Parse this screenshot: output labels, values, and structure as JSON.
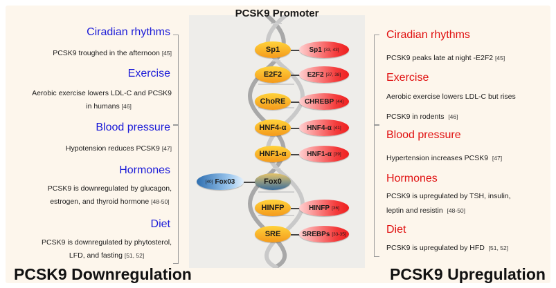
{
  "promoter_title": "PCSK9 Promoter",
  "downregulation": {
    "label": "PCSK9 Downregulation",
    "sections": [
      {
        "heading": "Ciradian rhythms",
        "lines": [
          {
            "text": "PCSK9 troughed in the afternoon",
            "ref": "[45]"
          }
        ]
      },
      {
        "heading": "Exercise",
        "lines": [
          {
            "text": "Aerobic exercise lowers LDL-C and PCSK9",
            "ref": ""
          },
          {
            "text": "in humans",
            "ref": "[46]"
          }
        ]
      },
      {
        "heading": "Blood pressure",
        "lines": [
          {
            "text": "Hypotension reduces PCSK9",
            "ref": "[47]"
          }
        ]
      },
      {
        "heading": "Hormones",
        "lines": [
          {
            "text": "PCSK9 is downregulated by glucagon,",
            "ref": ""
          },
          {
            "text": "estrogen, and thyroid hormone",
            "ref": "[48-50]"
          }
        ]
      },
      {
        "heading": "Diet",
        "lines": [
          {
            "text": "PCSK9 is downregulated by phytosterol,",
            "ref": ""
          },
          {
            "text": "LFD, and fasting",
            "ref": "[51, 52]"
          }
        ]
      }
    ]
  },
  "upregulation": {
    "label": "PCSK9 Upregulation",
    "sections": [
      {
        "heading": "Ciradian rhythms",
        "lines": [
          {
            "text": "PCSK9 peaks late at night -E2F2",
            "ref": "[45]"
          }
        ]
      },
      {
        "heading": "Exercise",
        "lines": [
          {
            "text": "Aerobic exercise lowers LDL-C but rises",
            "ref": ""
          },
          {
            "text": "PCSK9 in rodents",
            "ref": "[46]"
          }
        ]
      },
      {
        "heading": "Blood pressure",
        "lines": [
          {
            "text": "Hypertension increases PCSK9",
            "ref": "[47]"
          }
        ]
      },
      {
        "heading": "Hormones",
        "lines": [
          {
            "text": "PCSK9 is upregulated by TSH, insulin,",
            "ref": ""
          },
          {
            "text": "leptin and resistin",
            "ref": "[48-50]"
          }
        ]
      },
      {
        "heading": "Diet",
        "lines": [
          {
            "text": "PCSK9 is upregulated by HFD",
            "ref": "[51, 52]"
          }
        ]
      }
    ]
  },
  "elements": [
    {
      "element": "Sp1",
      "factor": "Sp1",
      "ref": "[33, 43]"
    },
    {
      "element": "E2F2",
      "factor": "E2F2",
      "ref": "[37, 38]"
    },
    {
      "element": "ChoRE",
      "factor": "CHREBP",
      "ref": "[44]"
    },
    {
      "element": "HNF4-α",
      "factor": "HNF4-α",
      "ref": "[41]"
    },
    {
      "element": "HNF1-α",
      "factor": "HNF1-α",
      "ref": "[39]"
    },
    {
      "element": "Fox0",
      "factor": "Fox03",
      "ref": "[40]"
    },
    {
      "element": "HINFP",
      "factor": "HINFP",
      "ref": "[36]"
    },
    {
      "element": "SRE",
      "factor": "SREBPs",
      "ref": "[33-35]"
    }
  ],
  "colors": {
    "down_heading": "#1b1bd8",
    "up_heading": "#e01010",
    "element_fill": "#f7b52a",
    "factor_fill": "#f43a3a",
    "fox_factor_fill": "#5a95d0"
  }
}
